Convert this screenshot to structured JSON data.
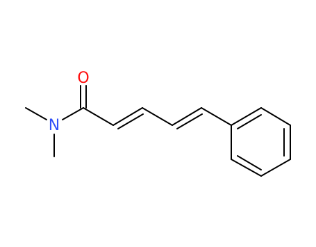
{
  "molecule": {
    "atoms": [
      {
        "id": "O",
        "label": "O",
        "color": "#ff0d0d"
      },
      {
        "id": "N",
        "label": "N",
        "color": "#3050f8"
      }
    ],
    "colors": {
      "bond": "#000000",
      "oxygen": "#ff0d0d",
      "nitrogen": "#3050f8",
      "background": "#ffffff"
    }
  }
}
